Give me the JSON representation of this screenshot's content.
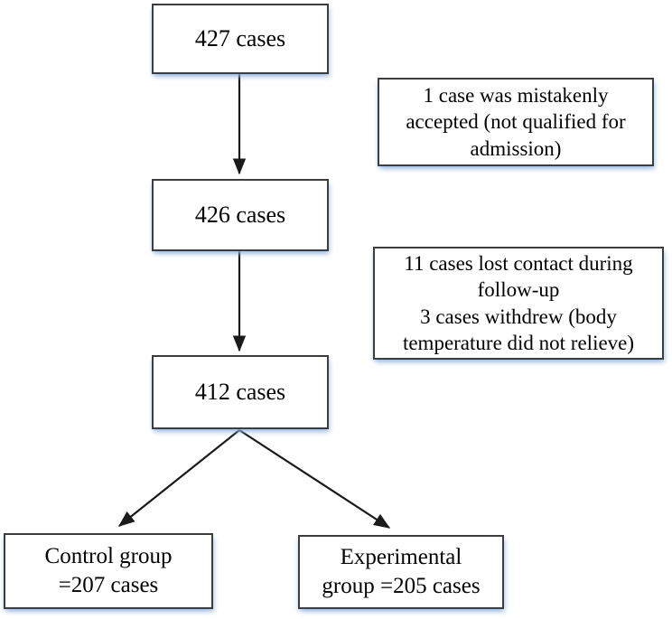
{
  "diagram": {
    "type": "flowchart",
    "flow": {
      "box_427": "427 cases",
      "box_426": "426 cases",
      "box_412": "412 cases",
      "exclusion_1": "1 case was mistakenly accepted (not qualified for admission)",
      "exclusion_2_line1": "11 cases lost contact during follow-up",
      "exclusion_2_line2": "3 cases withdrew (body temperature did not relieve)",
      "control_line1": "Control group",
      "control_line2": "=207 cases",
      "experimental_line1": "Experimental",
      "experimental_line2": "group =205 cases"
    },
    "colors": {
      "background": "#ffffff",
      "box_border": "#3d3d3d",
      "text": "#000000",
      "arrow": "#1a1a1a",
      "box_shadow": "#8db3e2"
    }
  }
}
